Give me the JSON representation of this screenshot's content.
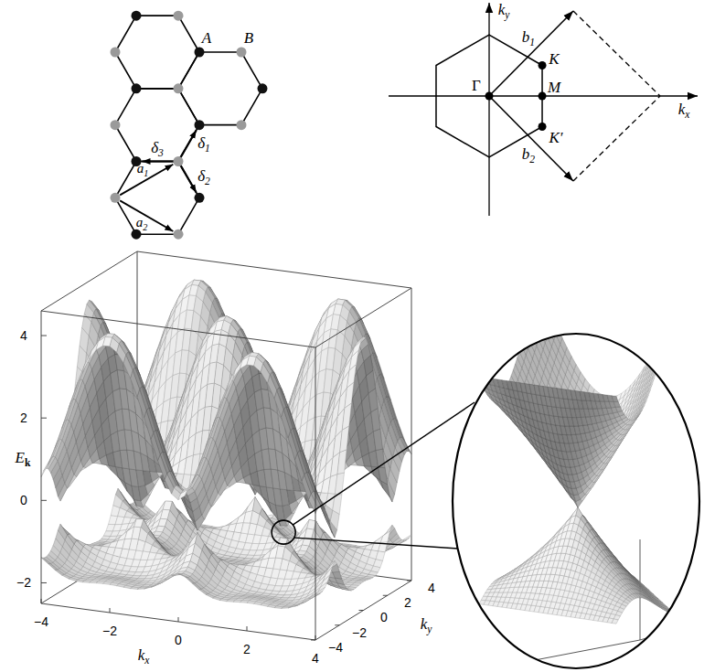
{
  "diagram": {
    "labels": [
      "A",
      "B",
      "δ3",
      "δ1",
      "δ2",
      "a1",
      "a2",
      "ky",
      "kx",
      "b1",
      "b2",
      "Γ",
      "K",
      "M",
      "K′",
      "Ek",
      "4",
      "2",
      "0",
      "−2",
      "−4",
      "−2",
      "0",
      "2",
      "4",
      "kx",
      "4",
      "2",
      "0",
      "−2",
      "−4",
      "ky"
    ]
  }
}
